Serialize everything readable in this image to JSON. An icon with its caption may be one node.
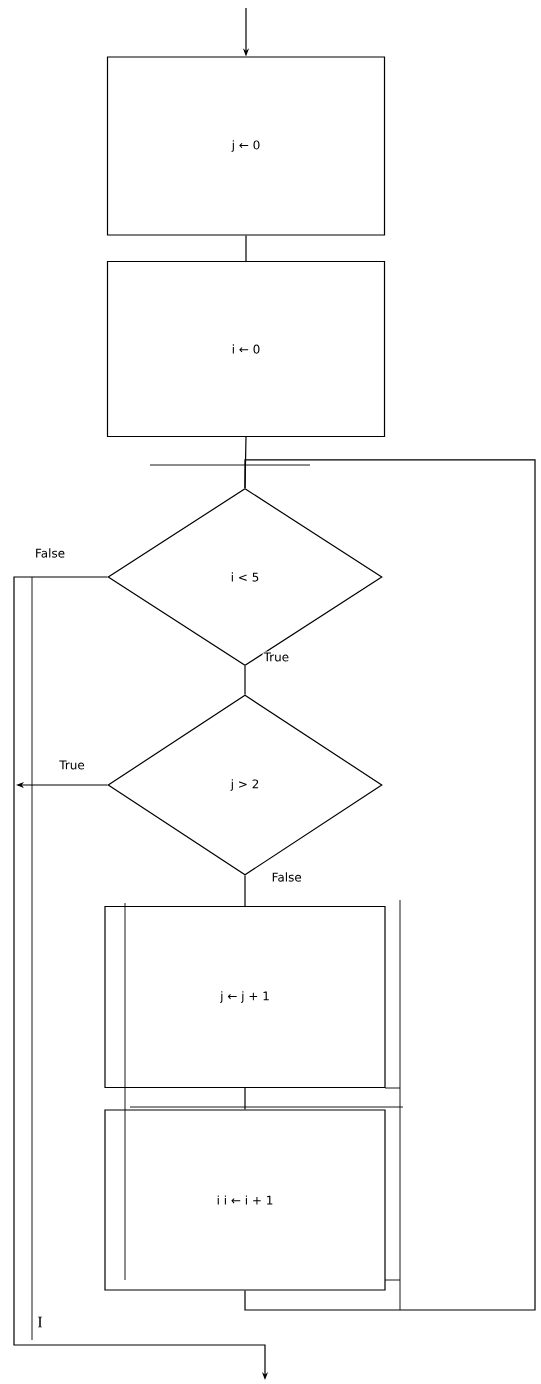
{
  "diagram": {
    "nodes": [
      {
        "text": [
          "j ← 0"
        ]
      },
      {
        "text": [
          "i ← 0"
        ]
      },
      {
        "text": [
          "i < 5"
        ]
      },
      {
        "text": [
          "j > 2"
        ]
      },
      {
        "text": [
          "j ← j + 1"
        ]
      },
      {
        "text": [
          "i  i ← i + 1"
        ]
      }
    ],
    "edges": [
      {
        "from": null,
        "to": 0,
        "arrow": "to"
      },
      {
        "from": 0,
        "to": 1,
        "arrow": "none"
      },
      {
        "from": 1,
        "to": 2,
        "arrow": "none"
      },
      {
        "from": 2,
        "to": 3,
        "arrow": "none",
        "label": "True"
      },
      {
        "from": 2,
        "to": null,
        "arrow": "to",
        "label": "False"
      },
      {
        "from": 3,
        "to": null,
        "arrow": "to",
        "label": "True"
      },
      {
        "from": 3,
        "to": 4,
        "arrow": "none",
        "label": "False"
      },
      {
        "from": 4,
        "to": 5,
        "arrow": "none"
      },
      {
        "from": 5,
        "to": 2,
        "arrow": "none"
      }
    ],
    "labels": [
      "I"
    ]
  }
}
